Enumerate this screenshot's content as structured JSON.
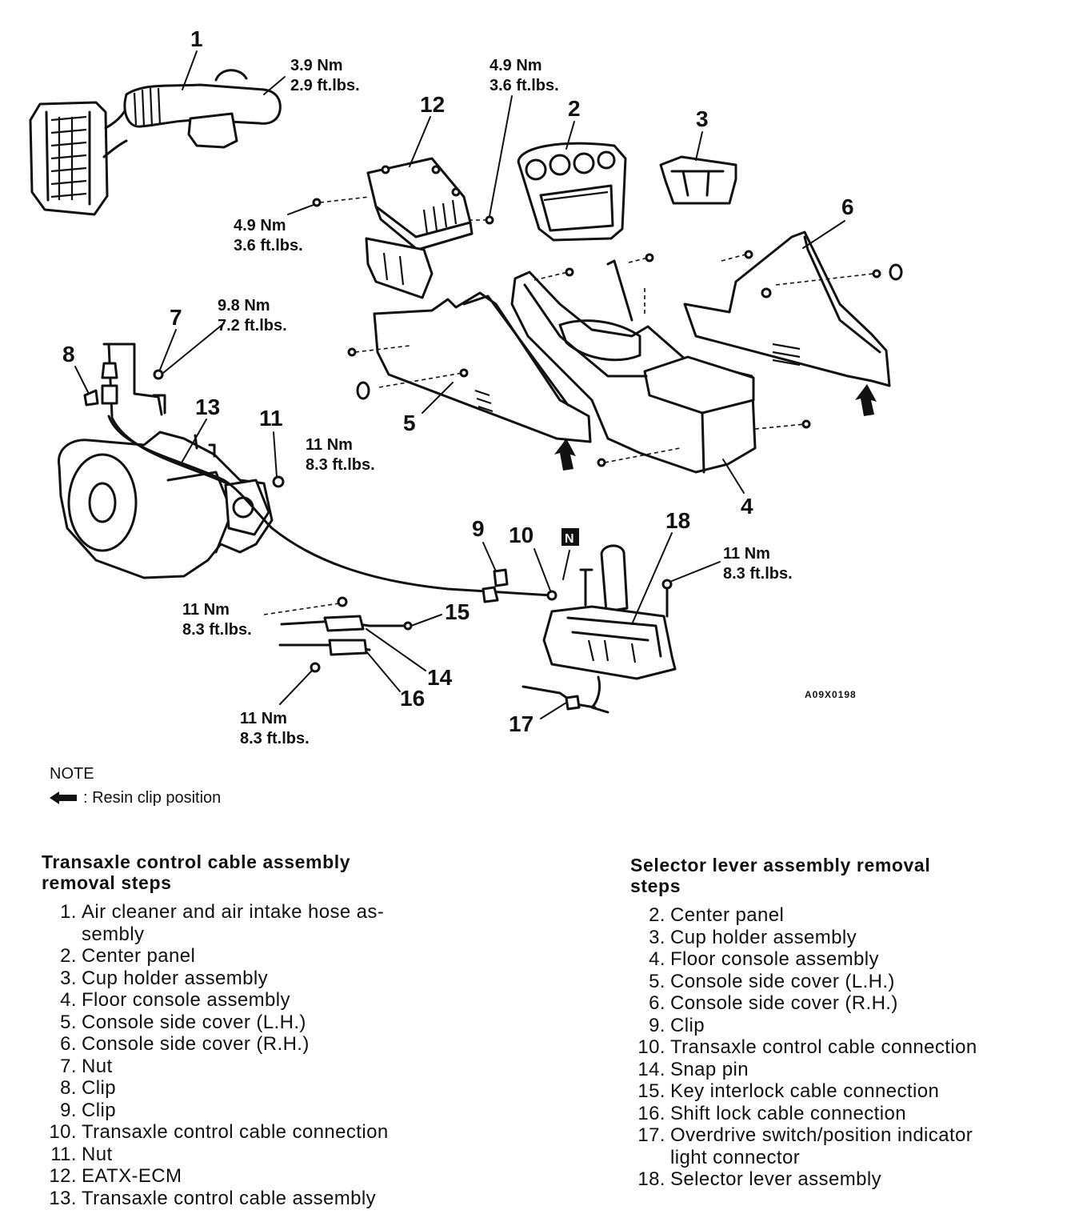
{
  "diagram": {
    "figure_code": "A09X0198",
    "n_box_label": "N",
    "callouts": {
      "c1": "1",
      "c2": "2",
      "c3": "3",
      "c4": "4",
      "c5": "5",
      "c6": "6",
      "c7": "7",
      "c8": "8",
      "c9": "9",
      "c10": "10",
      "c11": "11",
      "c12": "12",
      "c13": "13",
      "c14": "14",
      "c15": "15",
      "c16": "16",
      "c17": "17",
      "c18": "18"
    },
    "torques": {
      "air_hose_nm": "3.9 Nm",
      "air_hose_ft": "2.9 ft.lbs.",
      "ecm_right_nm": "4.9 Nm",
      "ecm_right_ft": "3.6 ft.lbs.",
      "ecm_left_nm": "4.9 Nm",
      "ecm_left_ft": "3.6 ft.lbs.",
      "nut7_nm": "9.8 Nm",
      "nut7_ft": "7.2 ft.lbs.",
      "nut11_nm": "11 Nm",
      "nut11_ft": "8.3 ft.lbs.",
      "lever_nm": "11 Nm",
      "lever_ft": "8.3 ft.lbs.",
      "cable15_nm": "11 Nm",
      "cable15_ft": "8.3 ft.lbs.",
      "cable16_nm": "11 Nm",
      "cable16_ft": "8.3 ft.lbs."
    }
  },
  "note": {
    "heading": "NOTE",
    "legend_text": ": Resin clip position",
    "legend_icon": "resin-clip-arrow-icon"
  },
  "left_steps": {
    "title_line1": "Transaxle control cable assembly",
    "title_line2": "removal steps",
    "items": [
      {
        "n": "1.",
        "text": "Air cleaner and air intake hose as-"
      },
      {
        "n": "",
        "text": "sembly"
      },
      {
        "n": "2.",
        "text": "Center panel"
      },
      {
        "n": "3.",
        "text": "Cup holder assembly"
      },
      {
        "n": "4.",
        "text": "Floor console assembly"
      },
      {
        "n": "5.",
        "text": "Console side cover (L.H.)"
      },
      {
        "n": "6.",
        "text": "Console side cover (R.H.)"
      },
      {
        "n": "7.",
        "text": "Nut"
      },
      {
        "n": "8.",
        "text": "Clip"
      },
      {
        "n": "9.",
        "text": "Clip"
      },
      {
        "n": "10.",
        "text": "Transaxle control cable connection"
      },
      {
        "n": "11.",
        "text": "Nut"
      },
      {
        "n": "12.",
        "text": "EATX-ECM"
      },
      {
        "n": "13.",
        "text": "Transaxle control cable assembly"
      }
    ]
  },
  "right_steps": {
    "title_line1": "Selector lever assembly removal",
    "title_line2": "steps",
    "items": [
      {
        "n": "2.",
        "text": "Center panel"
      },
      {
        "n": "3.",
        "text": "Cup holder assembly"
      },
      {
        "n": "4.",
        "text": "Floor console assembly"
      },
      {
        "n": "5.",
        "text": "Console side cover (L.H.)"
      },
      {
        "n": "6.",
        "text": "Console side cover (R.H.)"
      },
      {
        "n": "9.",
        "text": "Clip"
      },
      {
        "n": "10.",
        "text": "Transaxle control cable connection"
      },
      {
        "n": "14.",
        "text": "Snap pin"
      },
      {
        "n": "15.",
        "text": "Key interlock cable connection"
      },
      {
        "n": "16.",
        "text": "Shift lock cable connection"
      },
      {
        "n": "17.",
        "text": "Overdrive switch/position indicator"
      },
      {
        "n": "",
        "text": "light connector"
      },
      {
        "n": "18.",
        "text": "Selector lever assembly"
      }
    ]
  }
}
